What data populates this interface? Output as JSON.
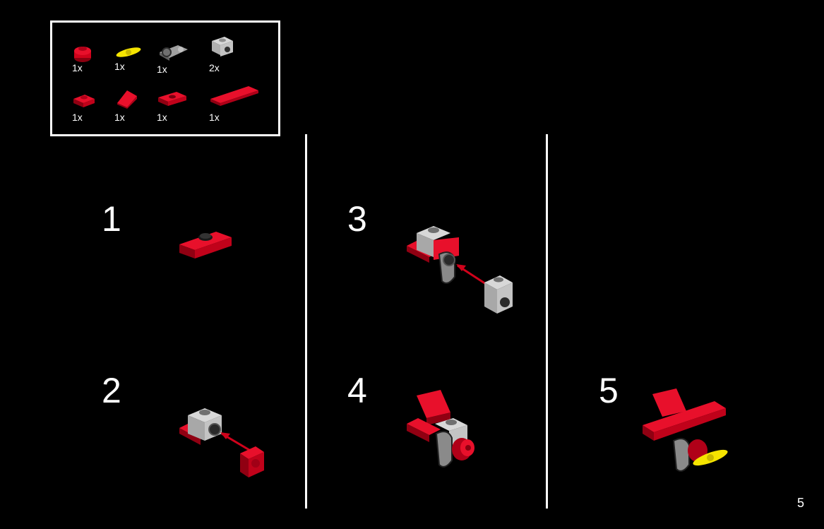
{
  "parts": [
    {
      "qty": "1x",
      "name": "round-brick-red"
    },
    {
      "qty": "1x",
      "name": "propeller-yellow"
    },
    {
      "qty": "1x",
      "name": "clip-plate-gray"
    },
    {
      "qty": "2x",
      "name": "bracket-gray"
    },
    {
      "qty": "1x",
      "name": "plate-1x1-red"
    },
    {
      "qty": "1x",
      "name": "slope-red"
    },
    {
      "qty": "1x",
      "name": "plate-1x2-jumper-red"
    },
    {
      "qty": "1x",
      "name": "tile-1x4-red"
    }
  ],
  "steps": [
    {
      "number": "1"
    },
    {
      "number": "2"
    },
    {
      "number": "3"
    },
    {
      "number": "4"
    },
    {
      "number": "5"
    }
  ],
  "page_number": "5",
  "colors": {
    "red": "#d0021b",
    "gray": "#b0b0b0",
    "yellow": "#f5e400",
    "background": "#000000",
    "line": "#ffffff"
  }
}
